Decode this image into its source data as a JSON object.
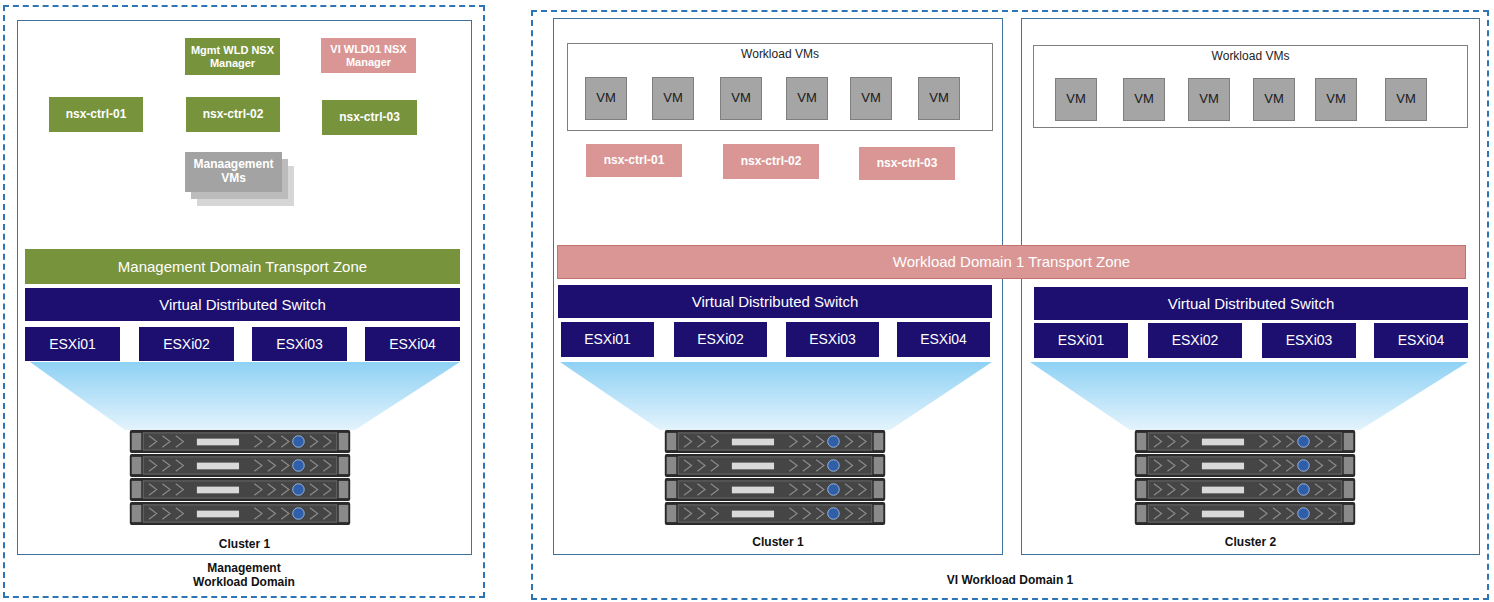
{
  "diagram": {
    "nodes": [
      {
        "text": [
          "Management Workload Domain"
        ]
      },
      {
        "text": [
          "Cluster 1"
        ],
        "in": 0
      },
      {
        "text": [
          "Mgmt WLD NSX Manager"
        ],
        "in": 1
      },
      {
        "text": [
          "VI WLD01 NSX Manager"
        ],
        "in": 1
      },
      {
        "text": [
          "nsx-ctrl-01"
        ],
        "in": 1
      },
      {
        "text": [
          "nsx-ctrl-02"
        ],
        "in": 1
      },
      {
        "text": [
          "nsx-ctrl-03"
        ],
        "in": 1
      },
      {
        "text": [
          "Manaagement VMs"
        ],
        "in": 1
      },
      {
        "text": [
          "Management Domain Transport Zone"
        ],
        "in": 1
      },
      {
        "text": [
          "Virtual Distributed Switch"
        ],
        "in": 1
      },
      {
        "text": [
          "ESXi01"
        ],
        "in": 1
      },
      {
        "text": [
          "ESXi02"
        ],
        "in": 1
      },
      {
        "text": [
          "ESXi03"
        ],
        "in": 1
      },
      {
        "text": [
          "ESXi04"
        ],
        "in": 1
      },
      {
        "text": [
          "VI Workload Domain 1"
        ]
      },
      {
        "text": [
          "Cluster 1"
        ],
        "in": 14
      },
      {
        "text": [
          "Workload VMs"
        ],
        "in": 15
      },
      {
        "text": [
          "VM"
        ],
        "in": 16
      },
      {
        "text": [
          "VM"
        ],
        "in": 16
      },
      {
        "text": [
          "VM"
        ],
        "in": 16
      },
      {
        "text": [
          "VM"
        ],
        "in": 16
      },
      {
        "text": [
          "VM"
        ],
        "in": 16
      },
      {
        "text": [
          "VM"
        ],
        "in": 16
      },
      {
        "text": [
          "nsx-ctrl-01"
        ],
        "in": 15
      },
      {
        "text": [
          "nsx-ctrl-02"
        ],
        "in": 15
      },
      {
        "text": [
          "nsx-ctrl-03"
        ],
        "in": 15
      },
      {
        "text": [
          "Workload Domain 1 Transport Zone"
        ],
        "in": 14
      },
      {
        "text": [
          "Virtual Distributed Switch"
        ],
        "in": 15
      },
      {
        "text": [
          "ESXi01"
        ],
        "in": 15
      },
      {
        "text": [
          "ESXi02"
        ],
        "in": 15
      },
      {
        "text": [
          "ESXi03"
        ],
        "in": 15
      },
      {
        "text": [
          "ESXi04"
        ],
        "in": 15
      },
      {
        "text": [
          "Cluster 2"
        ],
        "in": 14
      },
      {
        "text": [
          "Workload VMs"
        ],
        "in": 32
      },
      {
        "text": [
          "VM"
        ],
        "in": 33
      },
      {
        "text": [
          "VM"
        ],
        "in": 33
      },
      {
        "text": [
          "VM"
        ],
        "in": 33
      },
      {
        "text": [
          "VM"
        ],
        "in": 33
      },
      {
        "text": [
          "VM"
        ],
        "in": 33
      },
      {
        "text": [
          "VM"
        ],
        "in": 33
      },
      {
        "text": [
          "Virtual Distributed Switch"
        ],
        "in": 32
      },
      {
        "text": [
          "ESXi01"
        ],
        "in": 32
      },
      {
        "text": [
          "ESXi02"
        ],
        "in": 32
      },
      {
        "text": [
          "ESXi03"
        ],
        "in": 32
      },
      {
        "text": [
          "ESXi04"
        ],
        "in": 32
      }
    ]
  }
}
